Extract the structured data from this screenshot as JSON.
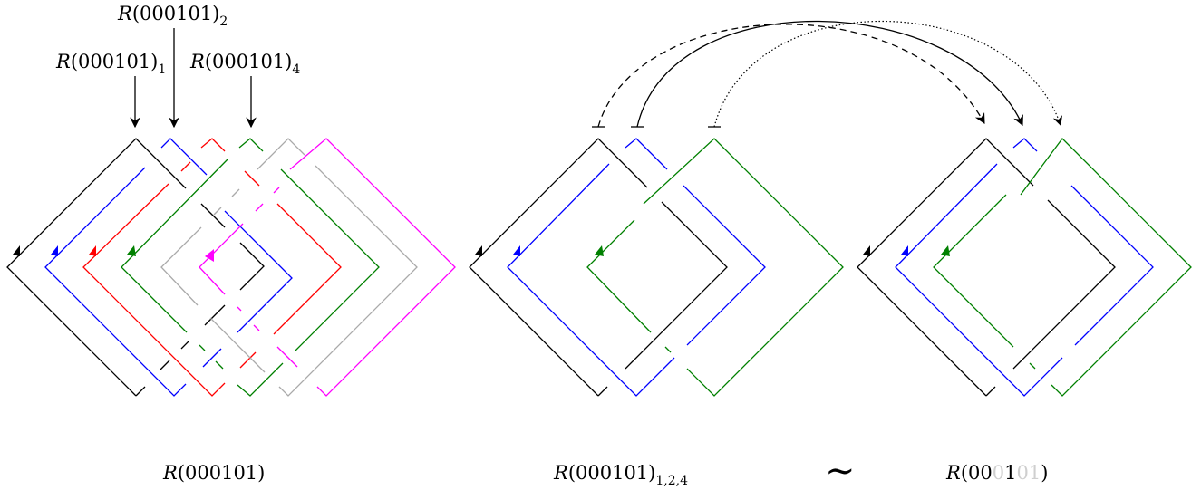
{
  "colors": {
    "black": "#000000",
    "blue": "#0000ff",
    "red": "#ff0000",
    "green": "#008000",
    "gray": "#aaaaaa",
    "magenta": "#ff00ff",
    "faded_text": "#cfcfcf"
  },
  "labels": {
    "top1": {
      "main": "R",
      "paren": "(000101)",
      "sub": "1"
    },
    "top2": {
      "main": "R",
      "paren": "(000101)",
      "sub": "2"
    },
    "top4": {
      "main": "R",
      "paren": "(000101)",
      "sub": "4"
    },
    "caption_left": {
      "main": "R",
      "paren": "(000101)"
    },
    "caption_mid": {
      "main": "R",
      "paren": "(000101)",
      "sub": "1,2,4"
    },
    "equivalence": "∼",
    "caption_right": {
      "main": "R",
      "open": "(",
      "a": "00",
      "b": "0",
      "c": "1",
      "d": "01",
      "close": ")"
    }
  },
  "diagrams": [
    {
      "id": "left",
      "strands": [
        "black",
        "blue",
        "red",
        "green",
        "gray",
        "magenta"
      ]
    },
    {
      "id": "middle",
      "strands": [
        "black",
        "blue",
        "green"
      ]
    },
    {
      "id": "right",
      "strands": [
        "black",
        "blue",
        "green"
      ]
    }
  ],
  "arcs": [
    {
      "style": "dashed",
      "from": "black",
      "to": "black"
    },
    {
      "style": "solid",
      "from": "blue",
      "to": "blue"
    },
    {
      "style": "dotted",
      "from": "green",
      "to": "green"
    }
  ]
}
